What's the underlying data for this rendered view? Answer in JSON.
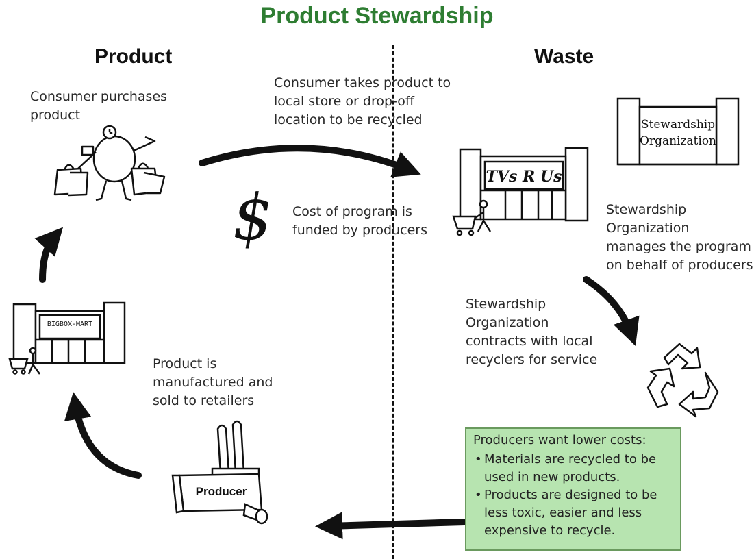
{
  "title": "Product Stewardship",
  "sections": {
    "left": "Product",
    "right": "Waste"
  },
  "captions": {
    "consumer_purchases": "Consumer purchases\nproduct",
    "consumer_takes": "Consumer takes product to\nlocal store or drop-off\nlocation to be recycled",
    "cost_funded": "Cost of program is\nfunded by producers",
    "stewardship_manages": "Stewardship\nOrganization\nmanages the program\non behalf of producers",
    "stewardship_contracts": "Stewardship\nOrganization\ncontracts with local\nrecyclers for service",
    "manufactured": "Product is\nmanufactured and\nsold to retailers"
  },
  "signs": {
    "store": "TVs R Us",
    "stewardship_line1": "Stewardship",
    "stewardship_line2": "Organization",
    "bigbox": "BIGBOX-MART",
    "producer": "Producer",
    "dollar": "$"
  },
  "producers_box": {
    "heading": "Producers want lower costs:",
    "bullets": [
      "Materials are recycled to be used in new products.",
      "Products are designed to be less toxic, easier and less expensive to recycle."
    ]
  },
  "icons": [
    "shopper-icon",
    "store-icon",
    "stewardship-building-icon",
    "bigbox-store-icon",
    "factory-icon",
    "recycle-icon",
    "dollar-icon",
    "arrow-icon"
  ]
}
